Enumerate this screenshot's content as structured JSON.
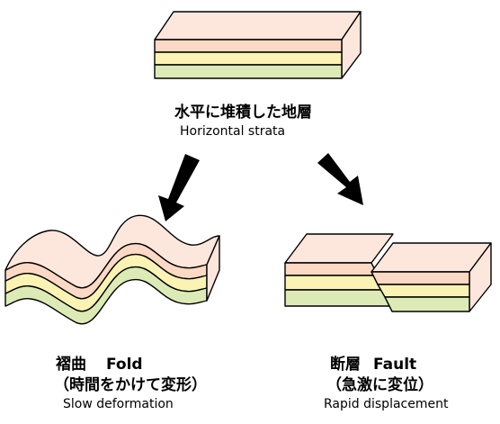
{
  "top": {
    "title_ja": "水平に堆積した地層",
    "title_en": "Horizontal strata"
  },
  "fold": {
    "title_ja": "褶曲",
    "title_en": "Fold",
    "subtitle_ja": "（時間をかけて変形）",
    "subtitle_en": "Slow deformation"
  },
  "fault": {
    "title_ja": "断層",
    "title_en": "Fault",
    "subtitle_ja": "（急激に変位）",
    "subtitle_en": "Rapid displacement"
  },
  "colors": {
    "layer_top": "#fbd9c4",
    "layer_middle": "#fbf3b4",
    "layer_bottom": "#dcebb6",
    "top_surface": "#fde7dc",
    "outline": "#000000",
    "arrow": "#000000"
  }
}
